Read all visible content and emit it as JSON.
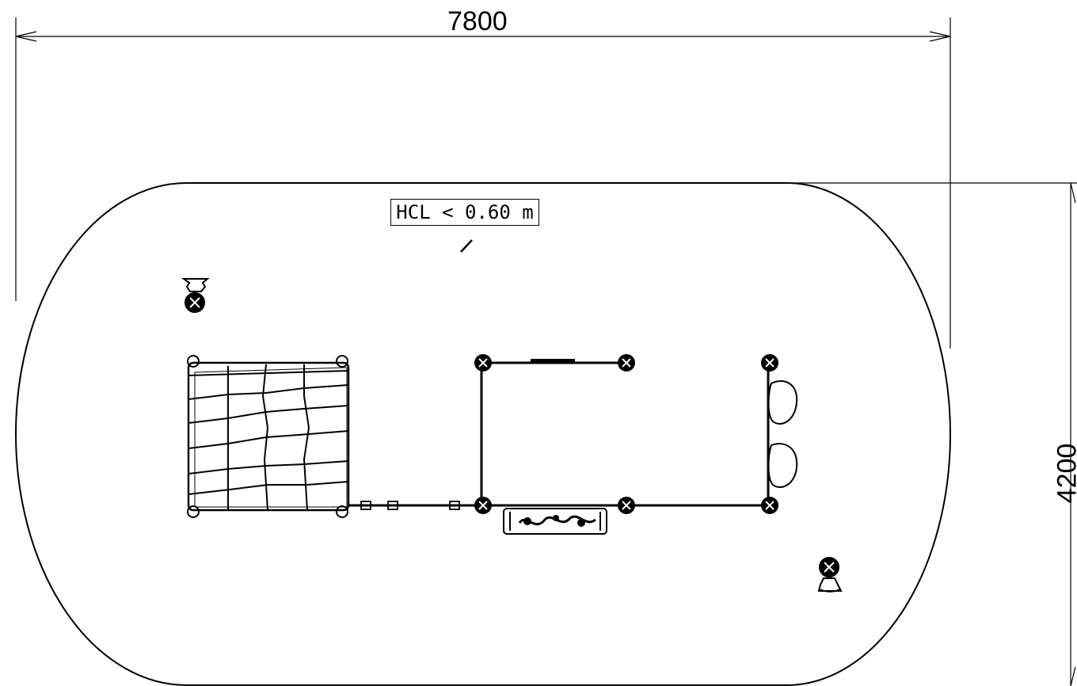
{
  "dimensions": {
    "width_label": "7800",
    "height_label": "4200"
  },
  "annotation": {
    "hcl_label": "HCL < 0.60 m"
  },
  "icons": {
    "post": "post-icon",
    "spring_rider": "spring-rider-icon",
    "climbing_net": "climbing-net-icon",
    "seat": "seat-icon",
    "panel": "panel-icon"
  },
  "colors": {
    "line": "#000000",
    "background": "#ffffff"
  }
}
